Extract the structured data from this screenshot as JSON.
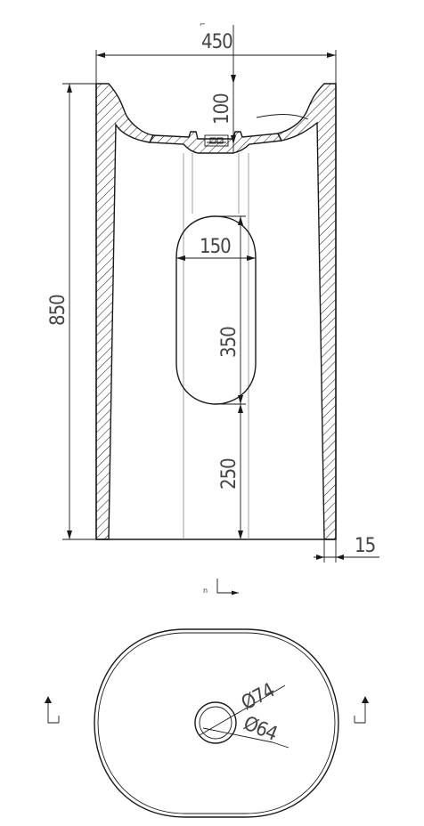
{
  "drawing": {
    "side_view": {
      "width_label": "450",
      "bowl_depth_label": "100",
      "height_label": "850",
      "opening_width_label": "150",
      "opening_height_label": "350",
      "base_to_opening_label": "250",
      "wall_thickness_label": "15"
    },
    "section_marks": {
      "top_mark": "⌐",
      "small_letter": "n"
    },
    "top_view": {
      "outer_drain_label": "Ø74",
      "inner_drain_label": "Ø64"
    }
  }
}
